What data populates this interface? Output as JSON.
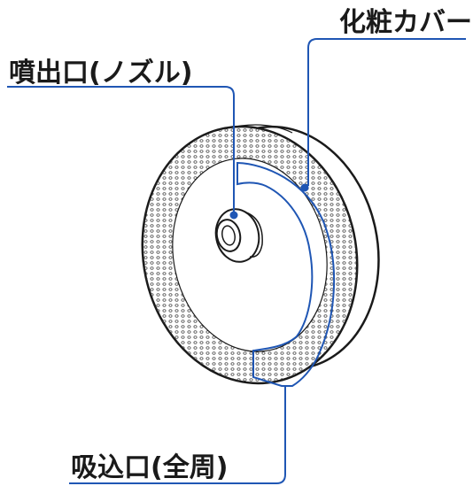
{
  "labels": {
    "cover": "化粧カバー",
    "nozzle": "噴出口(ノズル)",
    "intake": "吸込口(全周)"
  },
  "colors": {
    "leader": "#1f56b4",
    "outline": "#1a1a1a",
    "text": "#1a1a1a"
  }
}
